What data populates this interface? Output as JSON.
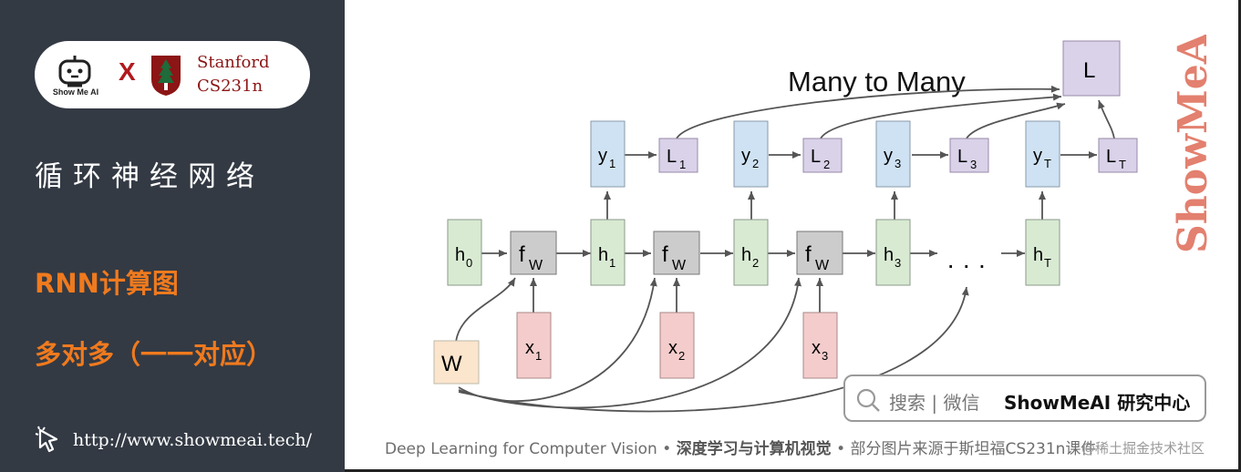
{
  "branding": {
    "showmeai_name": "Show Me AI",
    "cross": "X",
    "stanford_line1": "Stanford",
    "stanford_line2": "CS231n",
    "url": "http://www.showmeai.tech/",
    "watermark": "ShowMeAI",
    "colors": {
      "panel": "#333a44",
      "accent": "#f07a1e",
      "stanford": "#8c1515"
    }
  },
  "sidebar": {
    "title": "循环神经网络",
    "heading1": "RNN计算图",
    "heading2": "多对多（一一对应）"
  },
  "diagram": {
    "title": "Many to Many",
    "nodes": {
      "h0": {
        "label": "h",
        "sub": "0"
      },
      "f1": {
        "label": "f",
        "sub": "W"
      },
      "h1": {
        "label": "h",
        "sub": "1"
      },
      "f2": {
        "label": "f",
        "sub": "W"
      },
      "h2": {
        "label": "h",
        "sub": "2"
      },
      "f3": {
        "label": "f",
        "sub": "W"
      },
      "h3": {
        "label": "h",
        "sub": "3"
      },
      "ellipsis": "· · ·",
      "hT": {
        "label": "h",
        "sub": "T"
      },
      "x1": {
        "label": "x",
        "sub": "1"
      },
      "x2": {
        "label": "x",
        "sub": "2"
      },
      "x3": {
        "label": "x",
        "sub": "3"
      },
      "y1": {
        "label": "y",
        "sub": "1"
      },
      "y2": {
        "label": "y",
        "sub": "2"
      },
      "y3": {
        "label": "y",
        "sub": "3"
      },
      "yT": {
        "label": "y",
        "sub": "T"
      },
      "L1": {
        "label": "L",
        "sub": "1"
      },
      "L2": {
        "label": "L",
        "sub": "2"
      },
      "L3": {
        "label": "L",
        "sub": "3"
      },
      "LT": {
        "label": "L",
        "sub": "T"
      },
      "L": {
        "label": "L"
      },
      "W": {
        "label": "W"
      }
    },
    "colors": {
      "hidden": "#d9ead3",
      "func": "#cccccc",
      "input": "#f4cccc",
      "output": "#cfe2f3",
      "loss": "#d9d2e9",
      "weight": "#fce5cd"
    }
  },
  "search": {
    "placeholder": "搜索 | 微信",
    "account": "ShowMeAI 研究中心"
  },
  "footer": {
    "part1": "Deep Learning for Computer Vision",
    "sep": " • ",
    "part2": "深度学习与计算机视觉",
    "part3": "部分图片来源于斯坦福CS231n课件",
    "csdn": "@稀土掘金技术社区"
  }
}
